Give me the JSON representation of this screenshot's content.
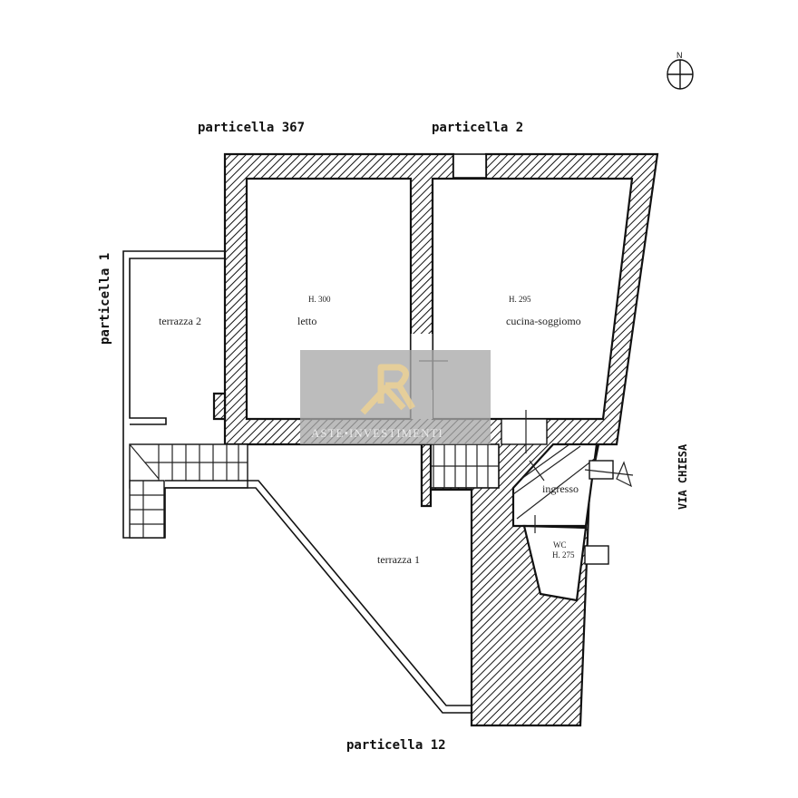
{
  "drawing": {
    "type": "architectural floor plan",
    "north_indicator": {
      "letter": "N",
      "icon": "north-arrow-icon"
    },
    "parcel_labels": {
      "top_left": "particella 367",
      "top_right": "particella 2",
      "left": "particella 1",
      "bottom": "particella 12",
      "right_street": "VIA CHIESA"
    },
    "rooms": [
      {
        "id": "letto",
        "label": "letto",
        "height": "H. 300"
      },
      {
        "id": "cucina-soggiorno",
        "label": "cucina-soggiomo",
        "height": "H. 295"
      },
      {
        "id": "terrazza-2",
        "label": "terrazza 2"
      },
      {
        "id": "terrazza-1",
        "label": "terrazza 1"
      },
      {
        "id": "ingresso",
        "label": "ingresso"
      },
      {
        "id": "wc",
        "label": "WC",
        "height": "H. 275"
      }
    ],
    "colors": {
      "line": "#111111",
      "background": "#ffffff",
      "watermark_box": "#a9a9a9",
      "watermark_logo": "#e9cf96"
    }
  },
  "watermark": {
    "text": "ASTE•INVESTIMENTI",
    "logo": "R-logo"
  }
}
